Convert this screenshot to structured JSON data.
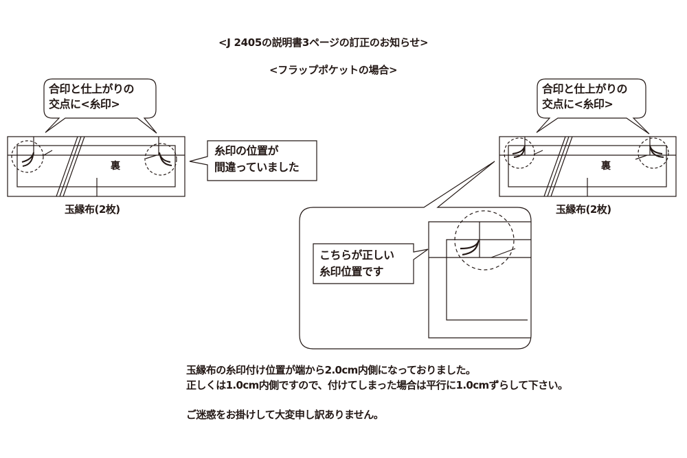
{
  "header": {
    "title": "<J 2405の説明書3ページの訂正のお知らせ>",
    "subtitle": "<フラップポケットの場合>"
  },
  "left_diagram": {
    "callout_line1": "合印と仕上がりの",
    "callout_line2": "交点に<糸印>",
    "back_side_label": "裏",
    "caption": "玉縁布(2枚)",
    "error_note_line1": "糸印の位置が",
    "error_note_line2": "間違っていました"
  },
  "right_diagram": {
    "callout_line1": "合印と仕上がりの",
    "callout_line2": "交点に<糸印>",
    "back_side_label": "裏",
    "caption": "玉縁布(2枚)"
  },
  "detail_view": {
    "note_line1": "こちらが正しい",
    "note_line2": "糸印位置です"
  },
  "notice": {
    "line1": "玉縁布の糸印付け位置が端から2.0cm内側になっておりました。",
    "line2": "正しくは1.0cm内側ですので、付けてしまった場合は平行に1.0cmずらして下さい。",
    "apology": "ご迷惑をお掛けして大変申し訳ありません。"
  },
  "colors": {
    "ink": "#231815",
    "background": "#ffffff"
  }
}
